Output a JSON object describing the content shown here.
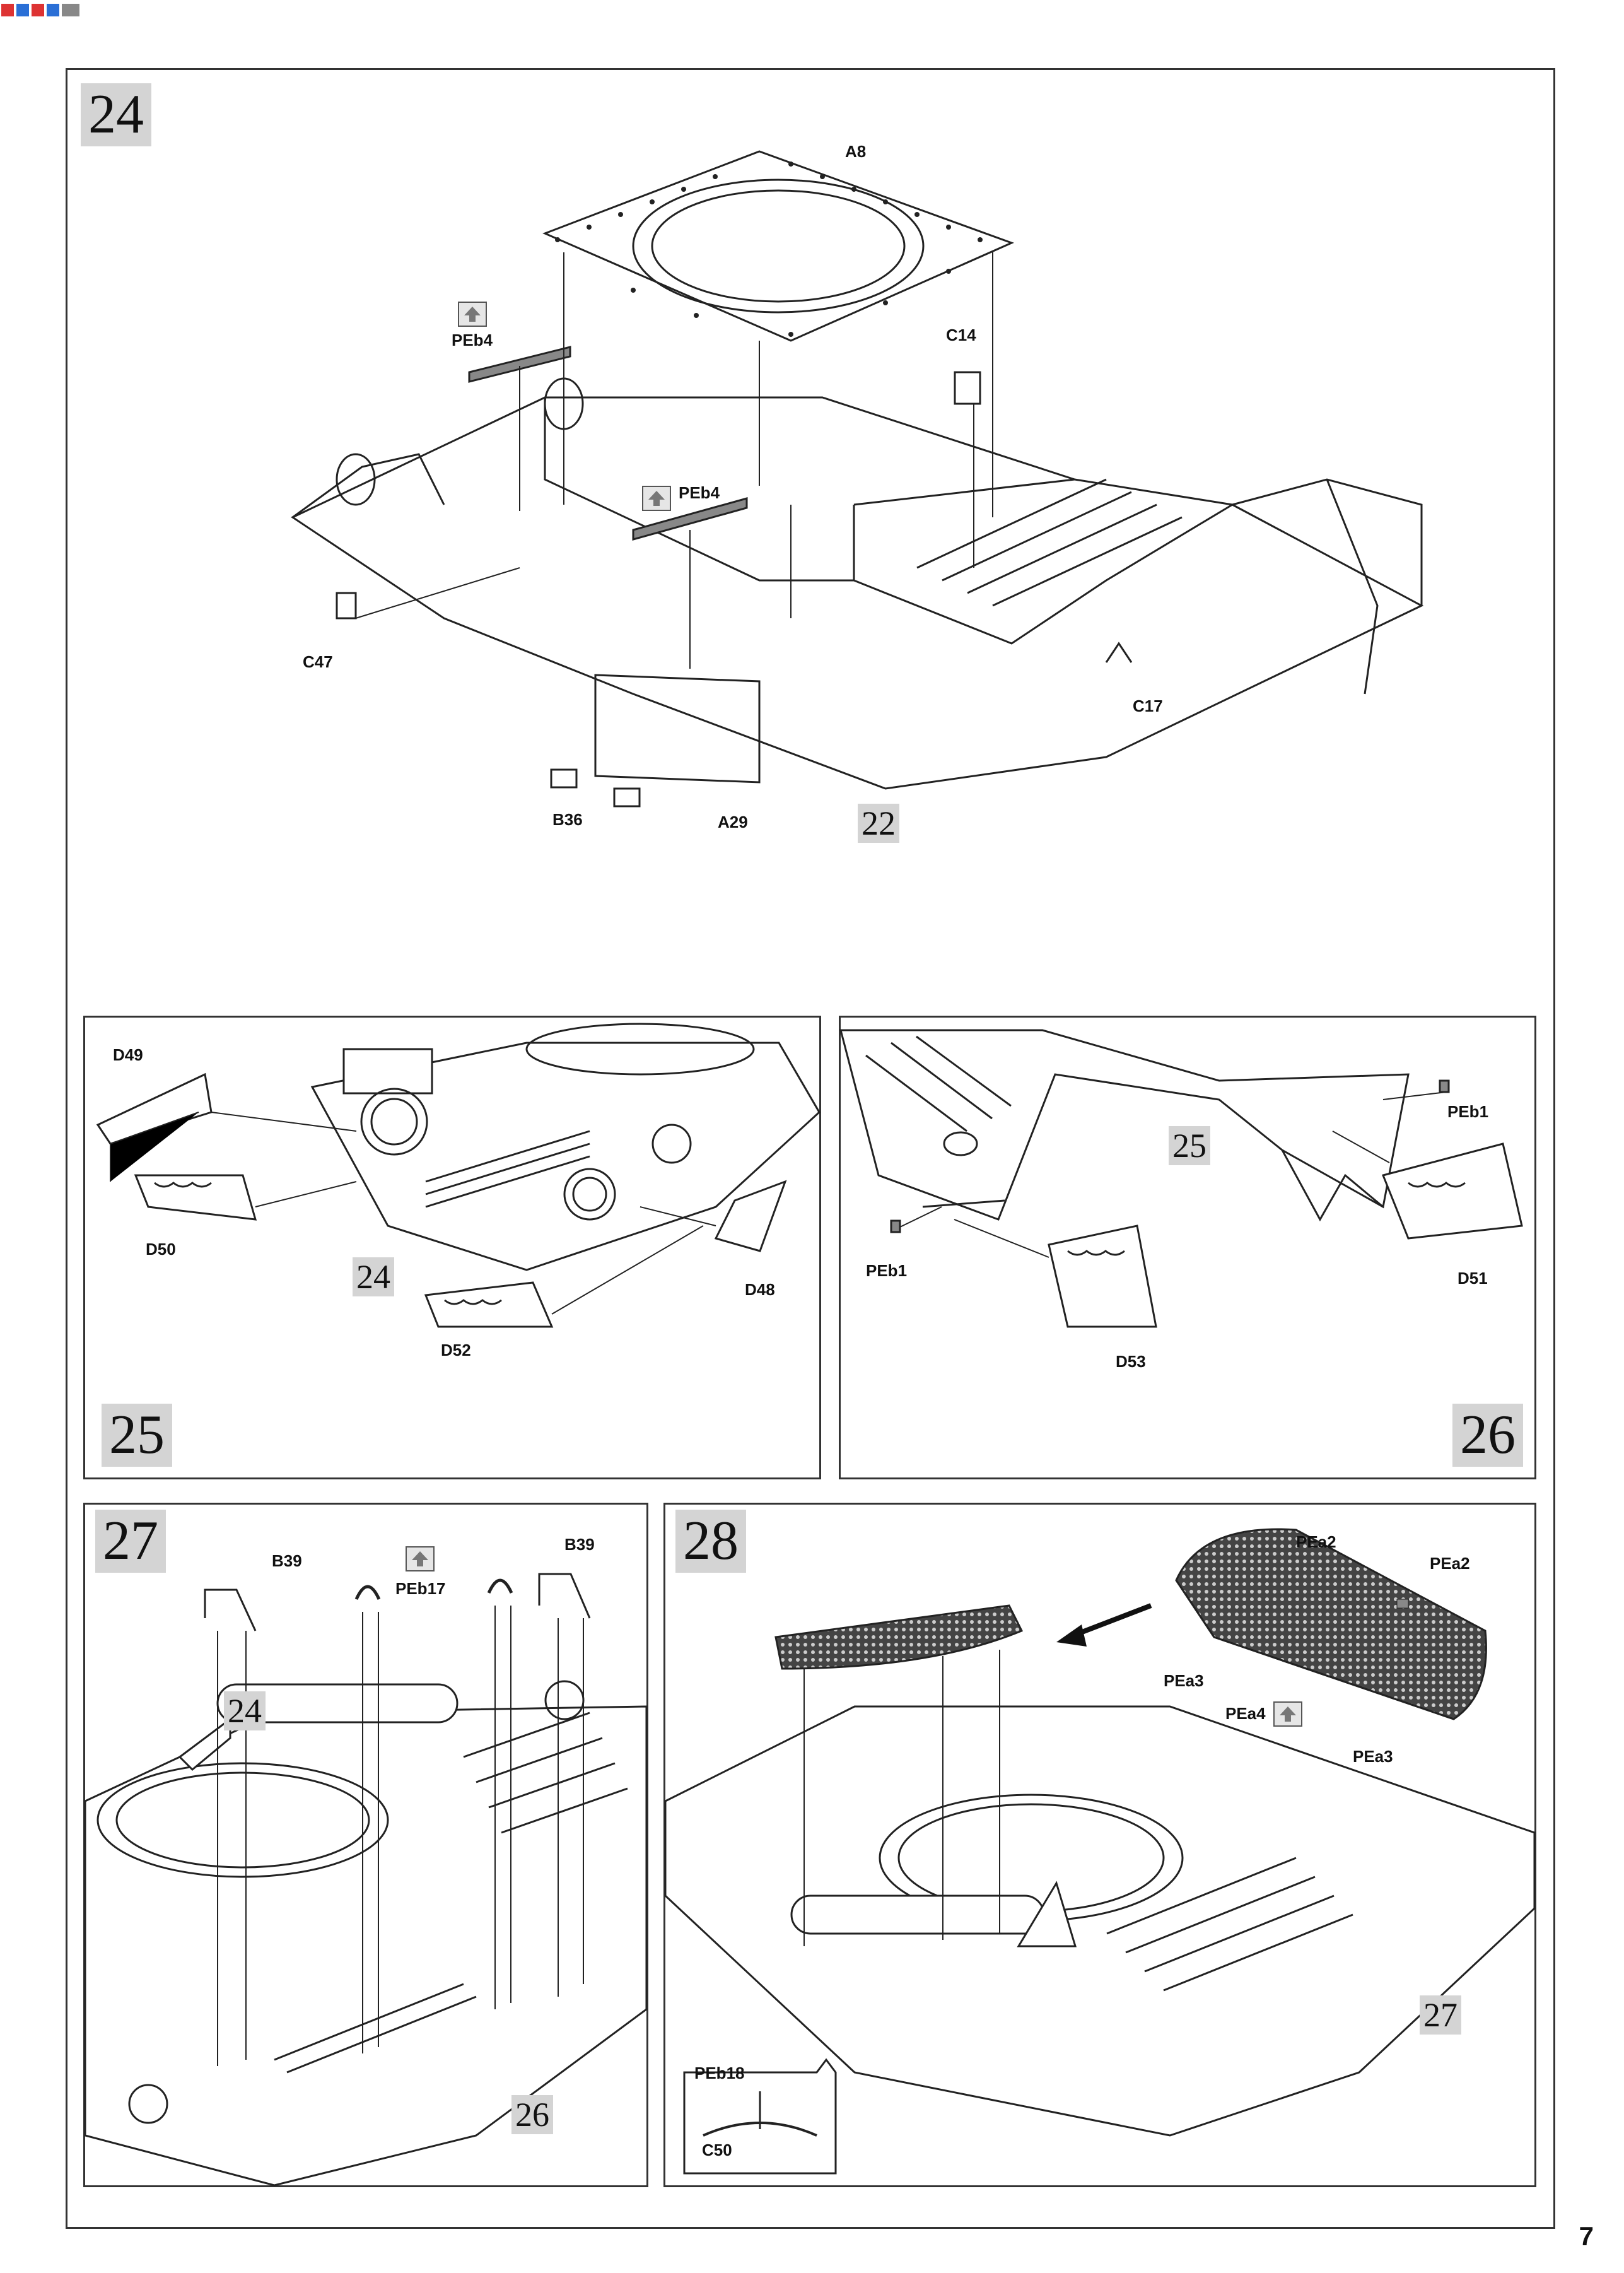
{
  "page_number": "7",
  "steps": {
    "s24": {
      "number": "24",
      "labels": [
        "A8",
        "PEb4",
        "C14",
        "PEb4",
        "C47",
        "C17",
        "B36",
        "A29"
      ],
      "ref": "22"
    },
    "s25": {
      "number": "25",
      "labels": [
        "D49",
        "D50",
        "D48",
        "D52"
      ],
      "ref": "24"
    },
    "s26": {
      "number": "26",
      "labels": [
        "PEb1",
        "PEb1",
        "D51",
        "D53"
      ],
      "ref": "25"
    },
    "s27": {
      "number": "27",
      "labels": [
        "B39",
        "PEb17",
        "B39"
      ],
      "ref_a": "24",
      "ref_b": "26"
    },
    "s28": {
      "number": "28",
      "labels": [
        "PEa2",
        "PEa2",
        "PEa3",
        "PEa4",
        "PEa3",
        "PEb18",
        "C50"
      ],
      "ref": "27"
    }
  },
  "colors": {
    "line": "#222222",
    "fill_grey": "#d4d4d4",
    "mesh": "#333333"
  },
  "icons": [
    "photo-etch-icon",
    "arrow-icon"
  ]
}
